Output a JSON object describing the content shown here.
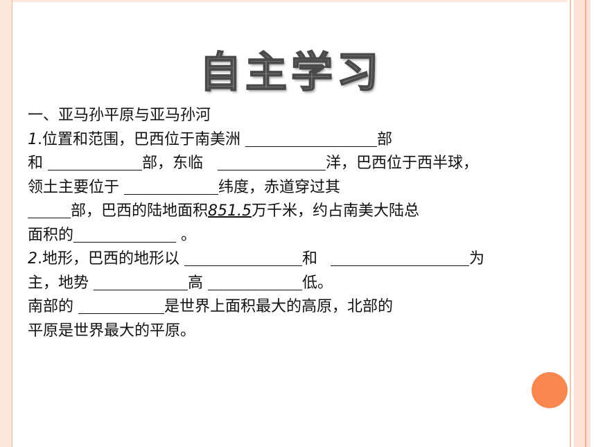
{
  "title": "自主学习",
  "heading": "一、亚马孙平原与亚马孙河",
  "q1": {
    "num": "1",
    "part1": ".位置和范围，巴西位于南美洲",
    "part2": "部",
    "part3": "和",
    "part4": "部，东临",
    "part5": "洋，巴西位于西半球，",
    "part6": "领土主要位于",
    "part7": "纬度，赤道穿过其",
    "part8": "部，巴西的陆地面积",
    "area": "851.5",
    "part9": "万千米，约占南美大陆总",
    "part10": "面积的",
    "part11": "。"
  },
  "q2": {
    "num": "2",
    "part1": ".地形，巴西的地形以",
    "part2": "和",
    "part3": "为",
    "part4": "主，地势",
    "part5": "高",
    "part6": "低。",
    "part7": "南部的",
    "part8": "是世界上面积最大的高原，北部的",
    "part9": "平原是世界最大的平原。"
  },
  "colors": {
    "accent": "#f8884f",
    "border": "#fde7dc"
  }
}
